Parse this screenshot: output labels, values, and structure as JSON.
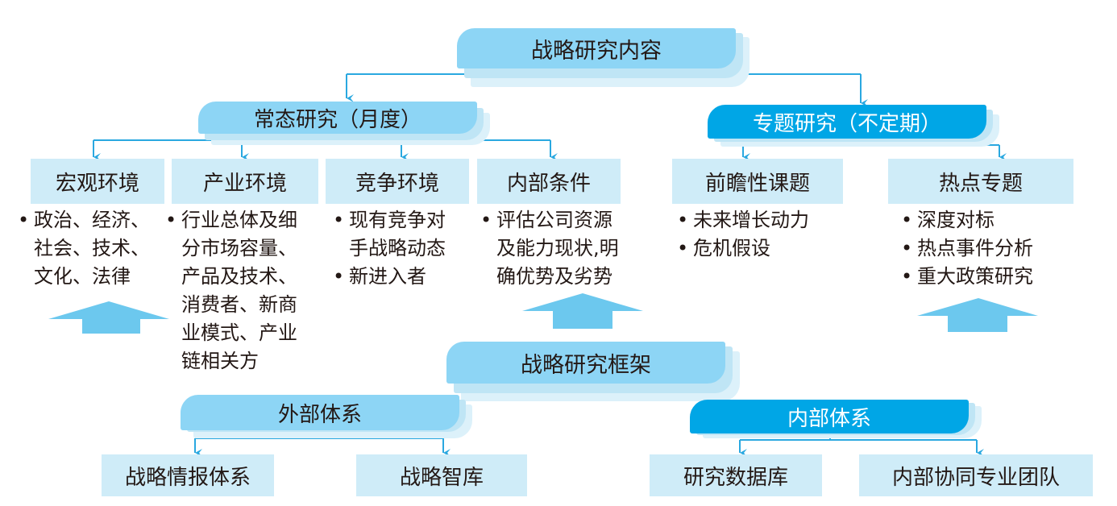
{
  "content": {
    "title": "战略研究内容",
    "regular": {
      "label": "常态研究（月度）",
      "items": [
        {
          "title": "宏观环境",
          "lines": [
            "政治、经济、",
            "社会、技术、",
            "文化、法律"
          ]
        },
        {
          "title": "产业环境",
          "lines": [
            "行业总体及细",
            "分市场容量、",
            "产品及技术、",
            "消费者、新商",
            "业模式、产业",
            "链相关方"
          ]
        },
        {
          "title": "竞争环境",
          "lines": [
            "现有竞争对",
            "手战略动态",
            "新进入者"
          ]
        },
        {
          "title": "内部条件",
          "lines": [
            "评估公司资源",
            "及能力现状,明",
            "确优势及劣势"
          ]
        }
      ]
    },
    "special": {
      "label": "专题研究（不定期）",
      "items": [
        {
          "title": "前瞻性课题",
          "lines": [
            "未来增长动力",
            "危机假设"
          ]
        },
        {
          "title": "热点专题",
          "lines": [
            "深度对标",
            "热点事件分析",
            "重大政策研究"
          ]
        }
      ]
    }
  },
  "framework": {
    "title": "战略研究框架",
    "external": {
      "label": "外部体系",
      "items": [
        "战略情报体系",
        "战略智库"
      ]
    },
    "internal": {
      "label": "内部体系",
      "items": [
        "研究数据库",
        "内部协同专业团队"
      ]
    }
  },
  "colors": {
    "light": "#8dd5f5",
    "dark": "#00a6e6",
    "sub": "#cfecf8",
    "arrow": "#6cc8ee",
    "line": "#2aa8e0"
  }
}
